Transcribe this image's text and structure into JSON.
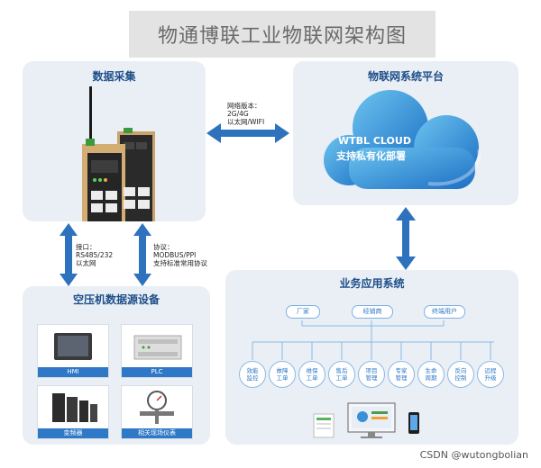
{
  "title": "物通博联工业物联网架构图",
  "panels": {
    "collect": "数据采集",
    "platform": "物联网系统平台",
    "devices": "空压机数据源设备",
    "business": "业务应用系统"
  },
  "cloud": {
    "line1": "WTBL CLOUD",
    "line2": "支持私有化部署"
  },
  "network_note": [
    "网络版本：",
    "2G/4G",
    "以太网/WIFI"
  ],
  "interface_note": [
    "接口：",
    "RS485/232",
    "以太网"
  ],
  "protocol_note": [
    "协议：",
    "MODBUS/PPI",
    "支持标准常用协议"
  ],
  "device_cards": [
    "HMI",
    "PLC",
    "变频器",
    "相关现场仪表"
  ],
  "user_types": [
    "厂家",
    "经销商",
    "终端用户"
  ],
  "features": [
    [
      "效能",
      "监控"
    ],
    [
      "故障",
      "工单"
    ],
    [
      "维保",
      "工单"
    ],
    [
      "售后",
      "工单"
    ],
    [
      "项目",
      "管理"
    ],
    [
      "专家",
      "管理"
    ],
    [
      "生命",
      "周期"
    ],
    [
      "反向",
      "控制"
    ],
    [
      "远程",
      "升级"
    ]
  ],
  "watermark": "CSDN @wutongbolian",
  "colors": {
    "accent": "#2e78c7",
    "panel": "#e9eff5",
    "heading": "#1f4e89"
  }
}
